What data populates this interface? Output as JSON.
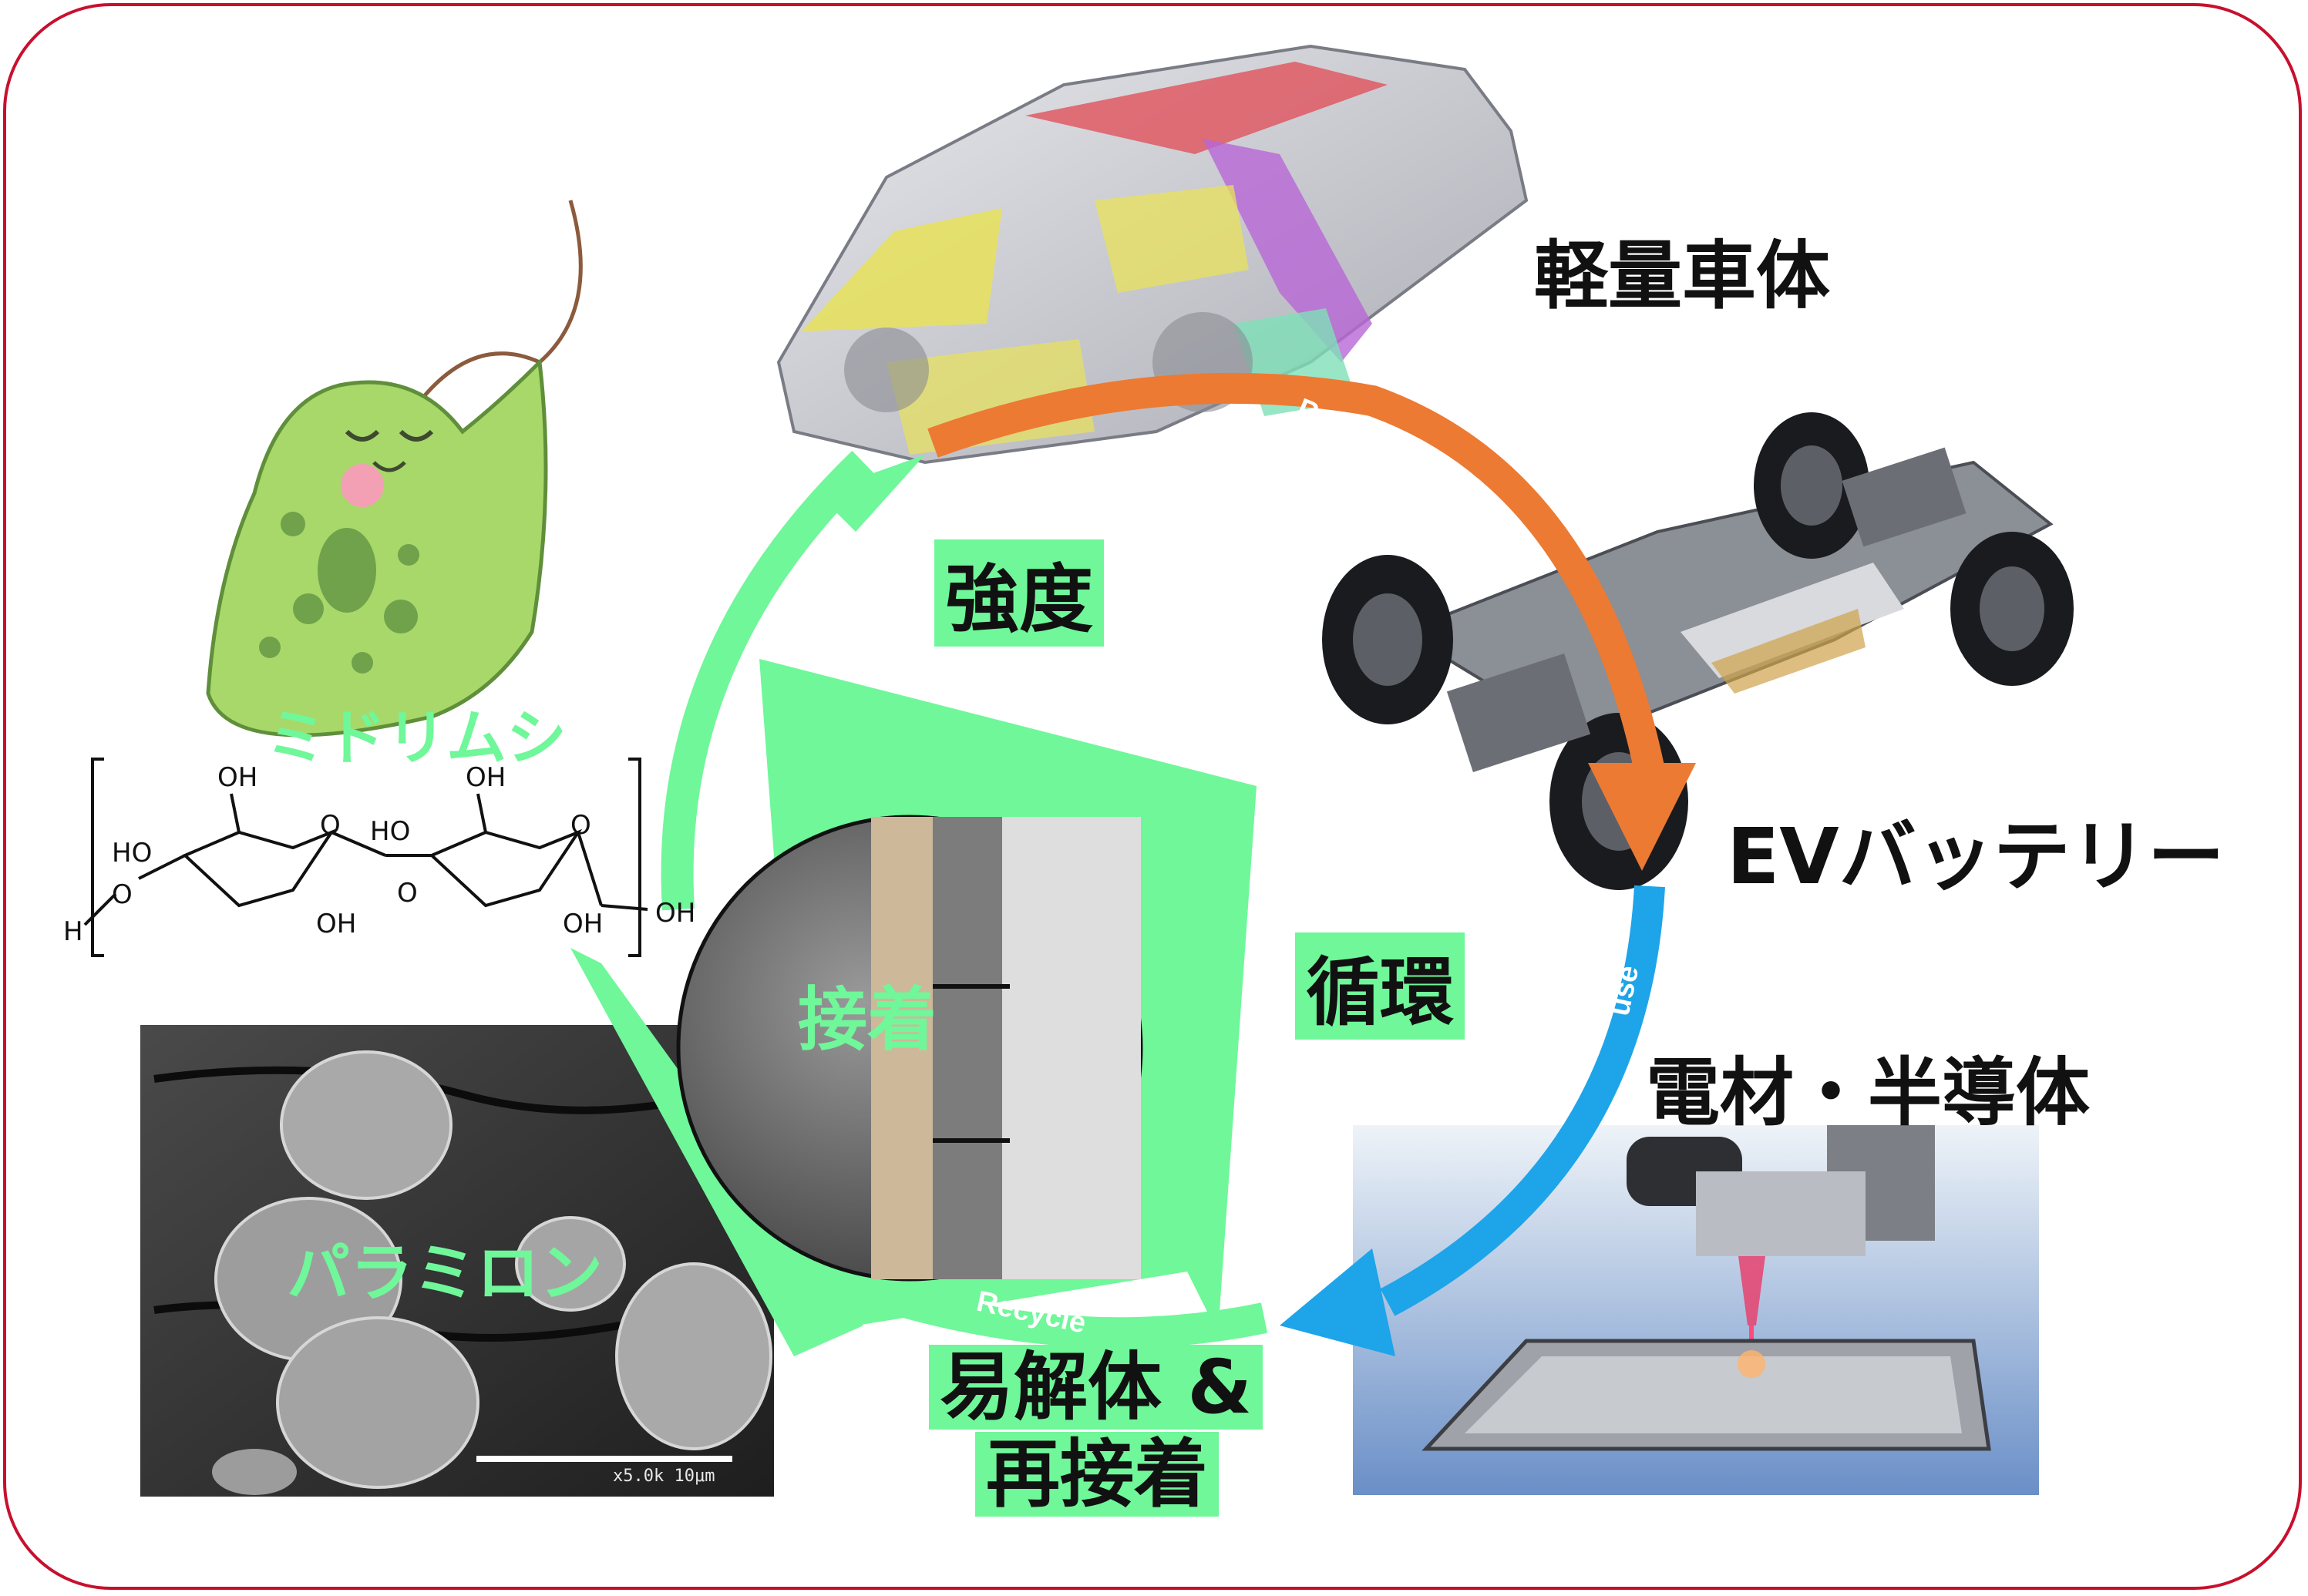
{
  "labels": {
    "lightweight_body": "軽量車体",
    "ev_battery": "EVバッテリー",
    "electronics": "電材・半導体",
    "strength": "強度",
    "circulation": "循環",
    "easy_dismantle_line1": "易解体 &",
    "easy_dismantle_line2": "再接着",
    "euglena": "ミドリムシ",
    "paramylon": "パラミロン",
    "adhesion": "接着"
  },
  "arrows": {
    "product": "Product",
    "use": "use",
    "recycle": "Recycle"
  },
  "chemistry": {
    "oh": "OH",
    "ho": "HO",
    "o": "O",
    "h": "H"
  },
  "sem": {
    "scale_text": "x5.0k  10μm"
  },
  "colors": {
    "frame": "#c8102e",
    "product_arrow": "#ec7a33",
    "use_arrow": "#1ea4e9",
    "cycle_green": "#6ff79a",
    "euglena_body": "#a8d86a"
  }
}
